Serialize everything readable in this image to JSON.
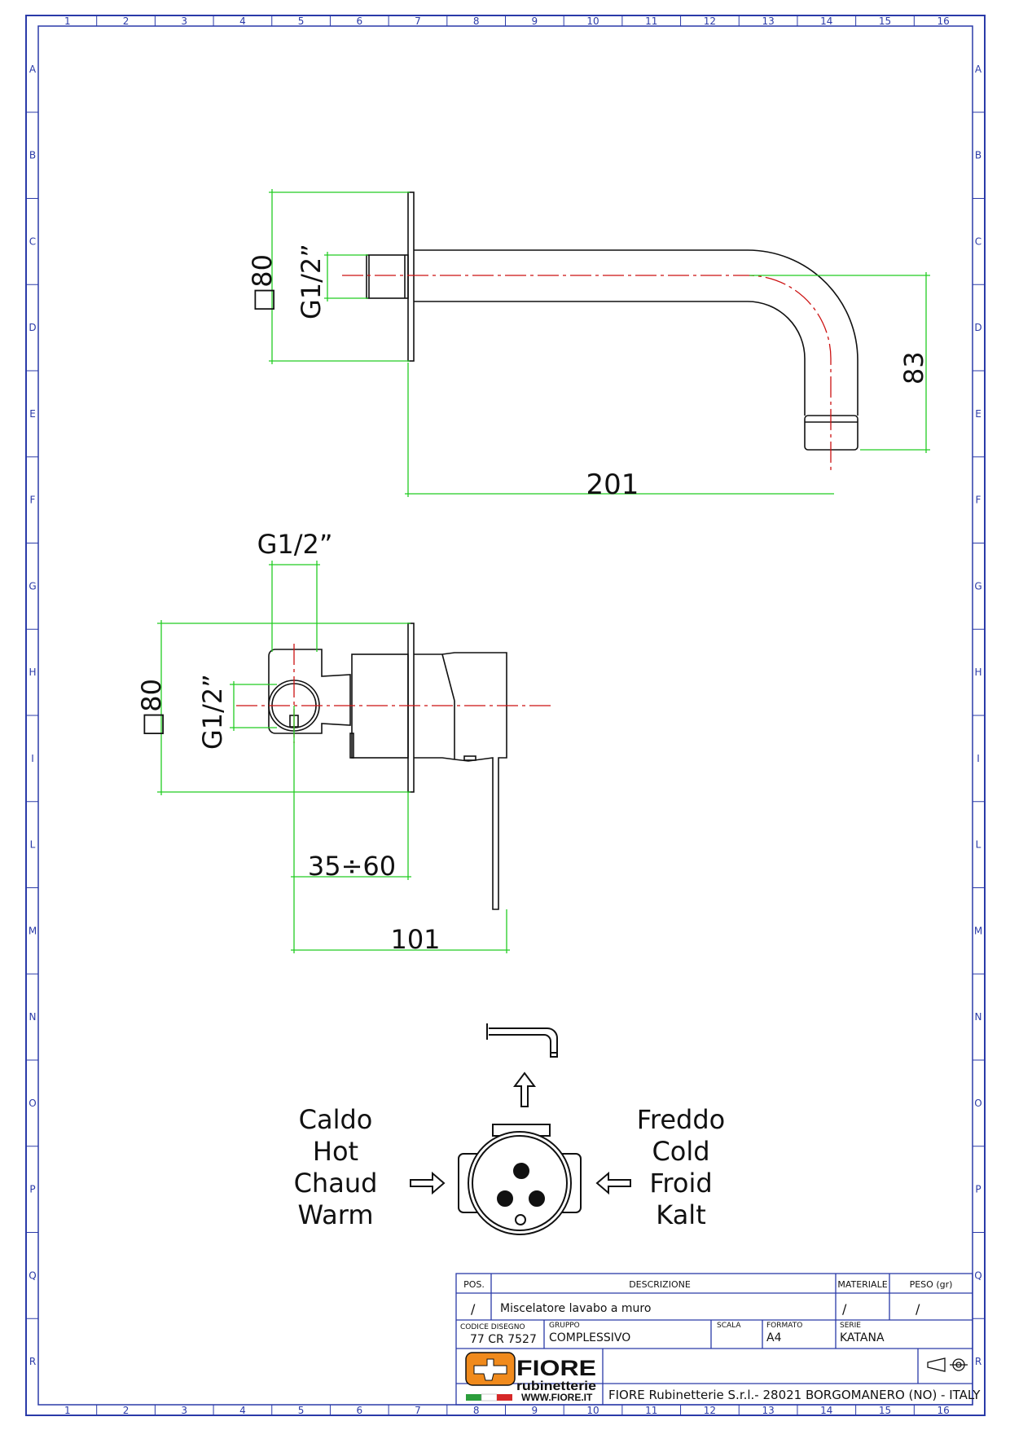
{
  "grid": {
    "columns": [
      "1",
      "2",
      "3",
      "4",
      "5",
      "6",
      "7",
      "8",
      "9",
      "10",
      "11",
      "12",
      "13",
      "14",
      "15",
      "16"
    ],
    "rows": [
      "A",
      "B",
      "C",
      "D",
      "E",
      "F",
      "G",
      "H",
      "I",
      "L",
      "M",
      "N",
      "O",
      "P",
      "Q",
      "R"
    ]
  },
  "dimensions": {
    "top_square": "□80",
    "top_thread": "G1/2”",
    "spout_drop": "83",
    "spout_length": "201",
    "mid_thread_top": "G1/2”",
    "mid_thread_side": "G1/2”",
    "mid_square": "□80",
    "depth_range": "35÷60",
    "total_depth": "101"
  },
  "flow": {
    "hot": [
      "Caldo",
      "Hot",
      "Chaud",
      "Warm"
    ],
    "cold": [
      "Freddo",
      "Cold",
      "Froid",
      "Kalt"
    ]
  },
  "title_block": {
    "pos_header": "POS.",
    "descr_header": "DESCRIZIONE",
    "material_header": "MATERIALE",
    "weight_header": "PESO (gr)",
    "pos_value": "/",
    "descr_value": "Miscelatore lavabo a muro",
    "material_value": "/",
    "weight_value": "/",
    "code_header": "CODICE DISEGNO",
    "code_value": "77 CR 7527",
    "group_header": "GRUPPO",
    "group_value": "COMPLESSIVO",
    "scale_header": "SCALA",
    "format_header": "FORMATO",
    "format_value": "A4",
    "series_header": "SERIE",
    "series_value": "KATANA",
    "logo_text": "FIORE",
    "logo_sub": "rubinetterie",
    "logo_web": "WWW.FIORE.IT",
    "company": "FIORE Rubinetterie S.r.l.- 28021 BORGOMANERO (NO) - ITALY"
  },
  "colors": {
    "frame": "#2a3aa8",
    "dimension": "#22cc22",
    "centerline": "#cc1111",
    "outline": "#111111",
    "logo_orange": "#f08a1c"
  }
}
